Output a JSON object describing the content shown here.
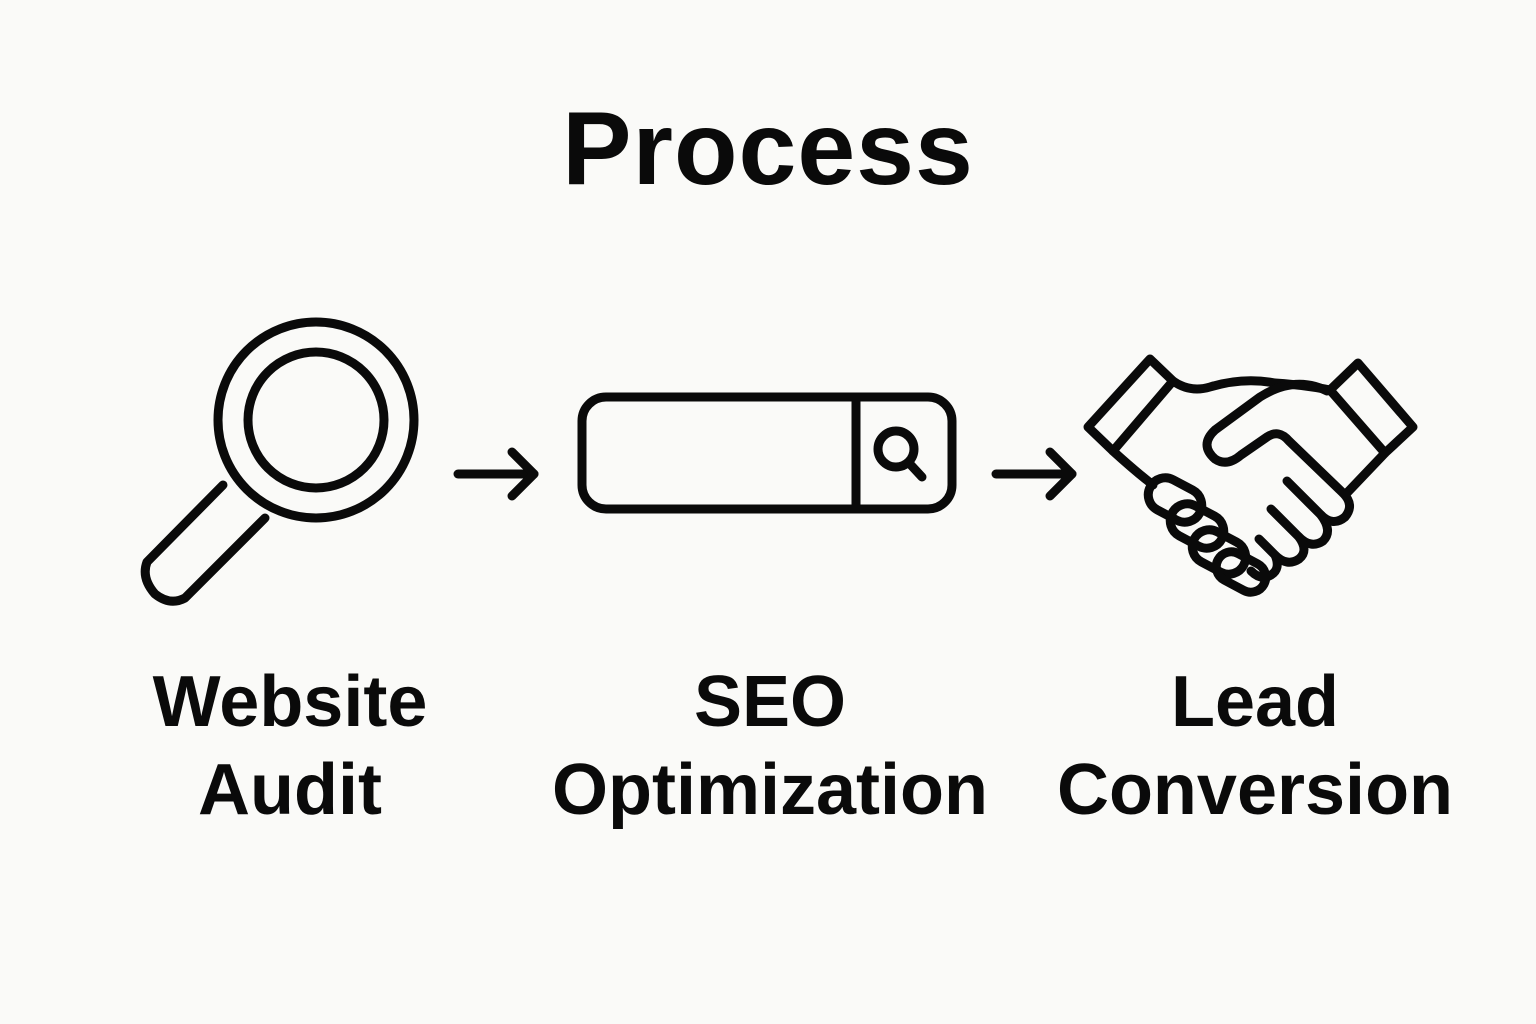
{
  "title": "Process",
  "steps": [
    {
      "line1": "Website",
      "line2": "Audit",
      "icon": "magnifying-glass-icon"
    },
    {
      "line1": "SEO",
      "line2": "Optimization",
      "icon": "search-bar-icon"
    },
    {
      "line1": "Lead",
      "line2": "Conversion",
      "icon": "handshake-icon"
    }
  ],
  "connector_icon": "right-arrow-icon",
  "colors": {
    "ink": "#0a0a0a",
    "background": "#fafaf8"
  }
}
